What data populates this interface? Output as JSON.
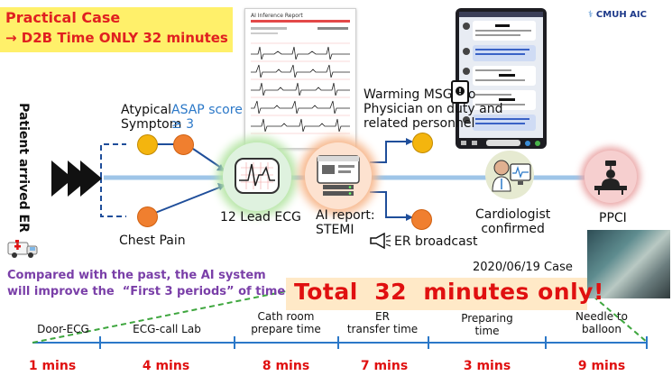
{
  "header": {
    "title": "Practical Case",
    "subtitle": "→ D2B Time ONLY 32 minutes"
  },
  "report": {
    "title": "AI Inference Report"
  },
  "logo": {
    "text": "CMUH AIC"
  },
  "flow": {
    "patient_label": "Patient arrived ER",
    "atypical": "Atypical\nSymptom",
    "asap_score": "ASAP score\n≥ 3",
    "chest_pain": "Chest Pain",
    "ecg_label": "12 Lead ECG",
    "ai_report": "AI report:\nSTEMI",
    "warning_msgs": "Warming MSGs to\nPhysician on duty and\nrelated personnel",
    "er_broadcast": "ER broadcast",
    "cardiologist": "Cardiologist\nconfirmed",
    "ppci": "PPCI"
  },
  "case_date": "2020/06/19 Case",
  "compared_text": "Compared with the past, the AI system\nwill improve the  “First 3 periods” of time.",
  "total": "Total  32  minutes only!",
  "timeline": [
    {
      "label": "Door-ECG",
      "minutes": "1 mins"
    },
    {
      "label": "ECG-call Lab",
      "minutes": "4 mins"
    },
    {
      "label": "Cath room\nprepare time",
      "minutes": "8 mins"
    },
    {
      "label": "ER\ntransfer time",
      "minutes": "7 mins"
    },
    {
      "label": "Preparing\ntime",
      "minutes": "3 mins"
    },
    {
      "label": "Needle to\nballoon",
      "minutes": "9 mins"
    }
  ],
  "colors": {
    "accent_red": "#e01010",
    "flow_blue": "#2b78c8",
    "dot_orange": "#f07f2f",
    "dot_yellow": "#f4b50e",
    "highlight_yellow": "#fff06a"
  }
}
